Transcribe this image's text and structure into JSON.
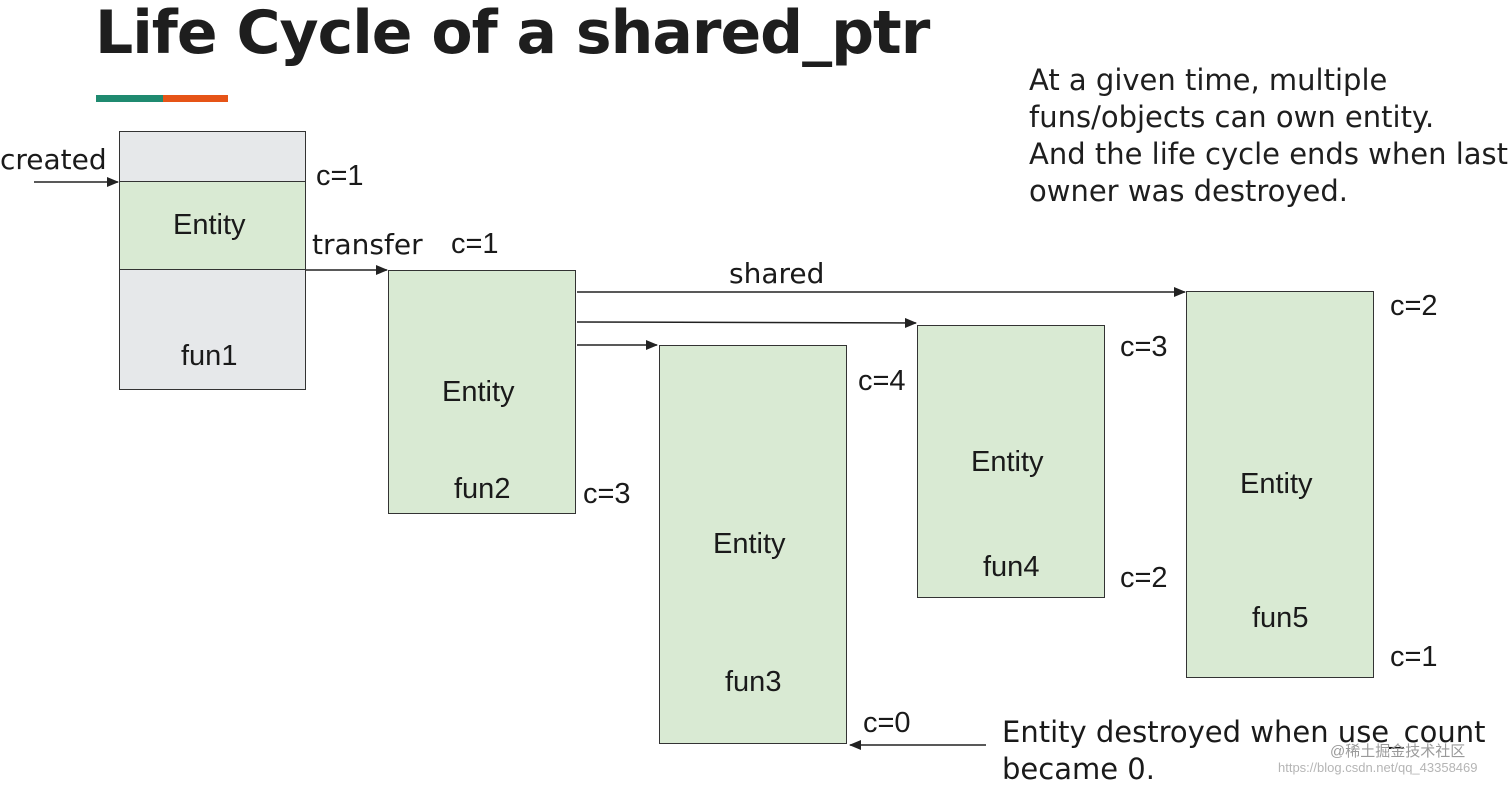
{
  "title": "Life Cycle of a shared_ptr",
  "note": [
    "At a given time, multiple",
    "funs/objects can own entity.",
    "And the life cycle ends when last",
    "owner was destroyed."
  ],
  "labels": {
    "created": "created",
    "transfer": "transfer",
    "shared": "shared"
  },
  "boxes": {
    "fun1": {
      "entity": "Entity",
      "name": "fun1"
    },
    "fun2": {
      "entity": "Entity",
      "name": "fun2"
    },
    "fun3": {
      "entity": "Entity",
      "name": "fun3"
    },
    "fun4": {
      "entity": "Entity",
      "name": "fun4"
    },
    "fun5": {
      "entity": "Entity",
      "name": "fun5"
    }
  },
  "counts": {
    "fun1_c": "c=1",
    "fun2_top": "c=1",
    "fun2_bottom": "c=3",
    "fun3_top": "c=4",
    "fun3_bottom": "c=0",
    "fun4_top": "c=3",
    "fun4_bottom": "c=2",
    "fun5_top": "c=2",
    "fun5_bottom": "c=1"
  },
  "footnote": [
    "Entity destroyed when use_count",
    "became 0."
  ],
  "watermark": "@稀土掘金技术社区",
  "watermark_url": "https://blog.csdn.net/qq_43358469",
  "colors": {
    "entity_fill": "#d9ead3",
    "stack_fill": "#e6e8ea",
    "accent_green": "#1f8a70",
    "accent_orange": "#e65417"
  }
}
